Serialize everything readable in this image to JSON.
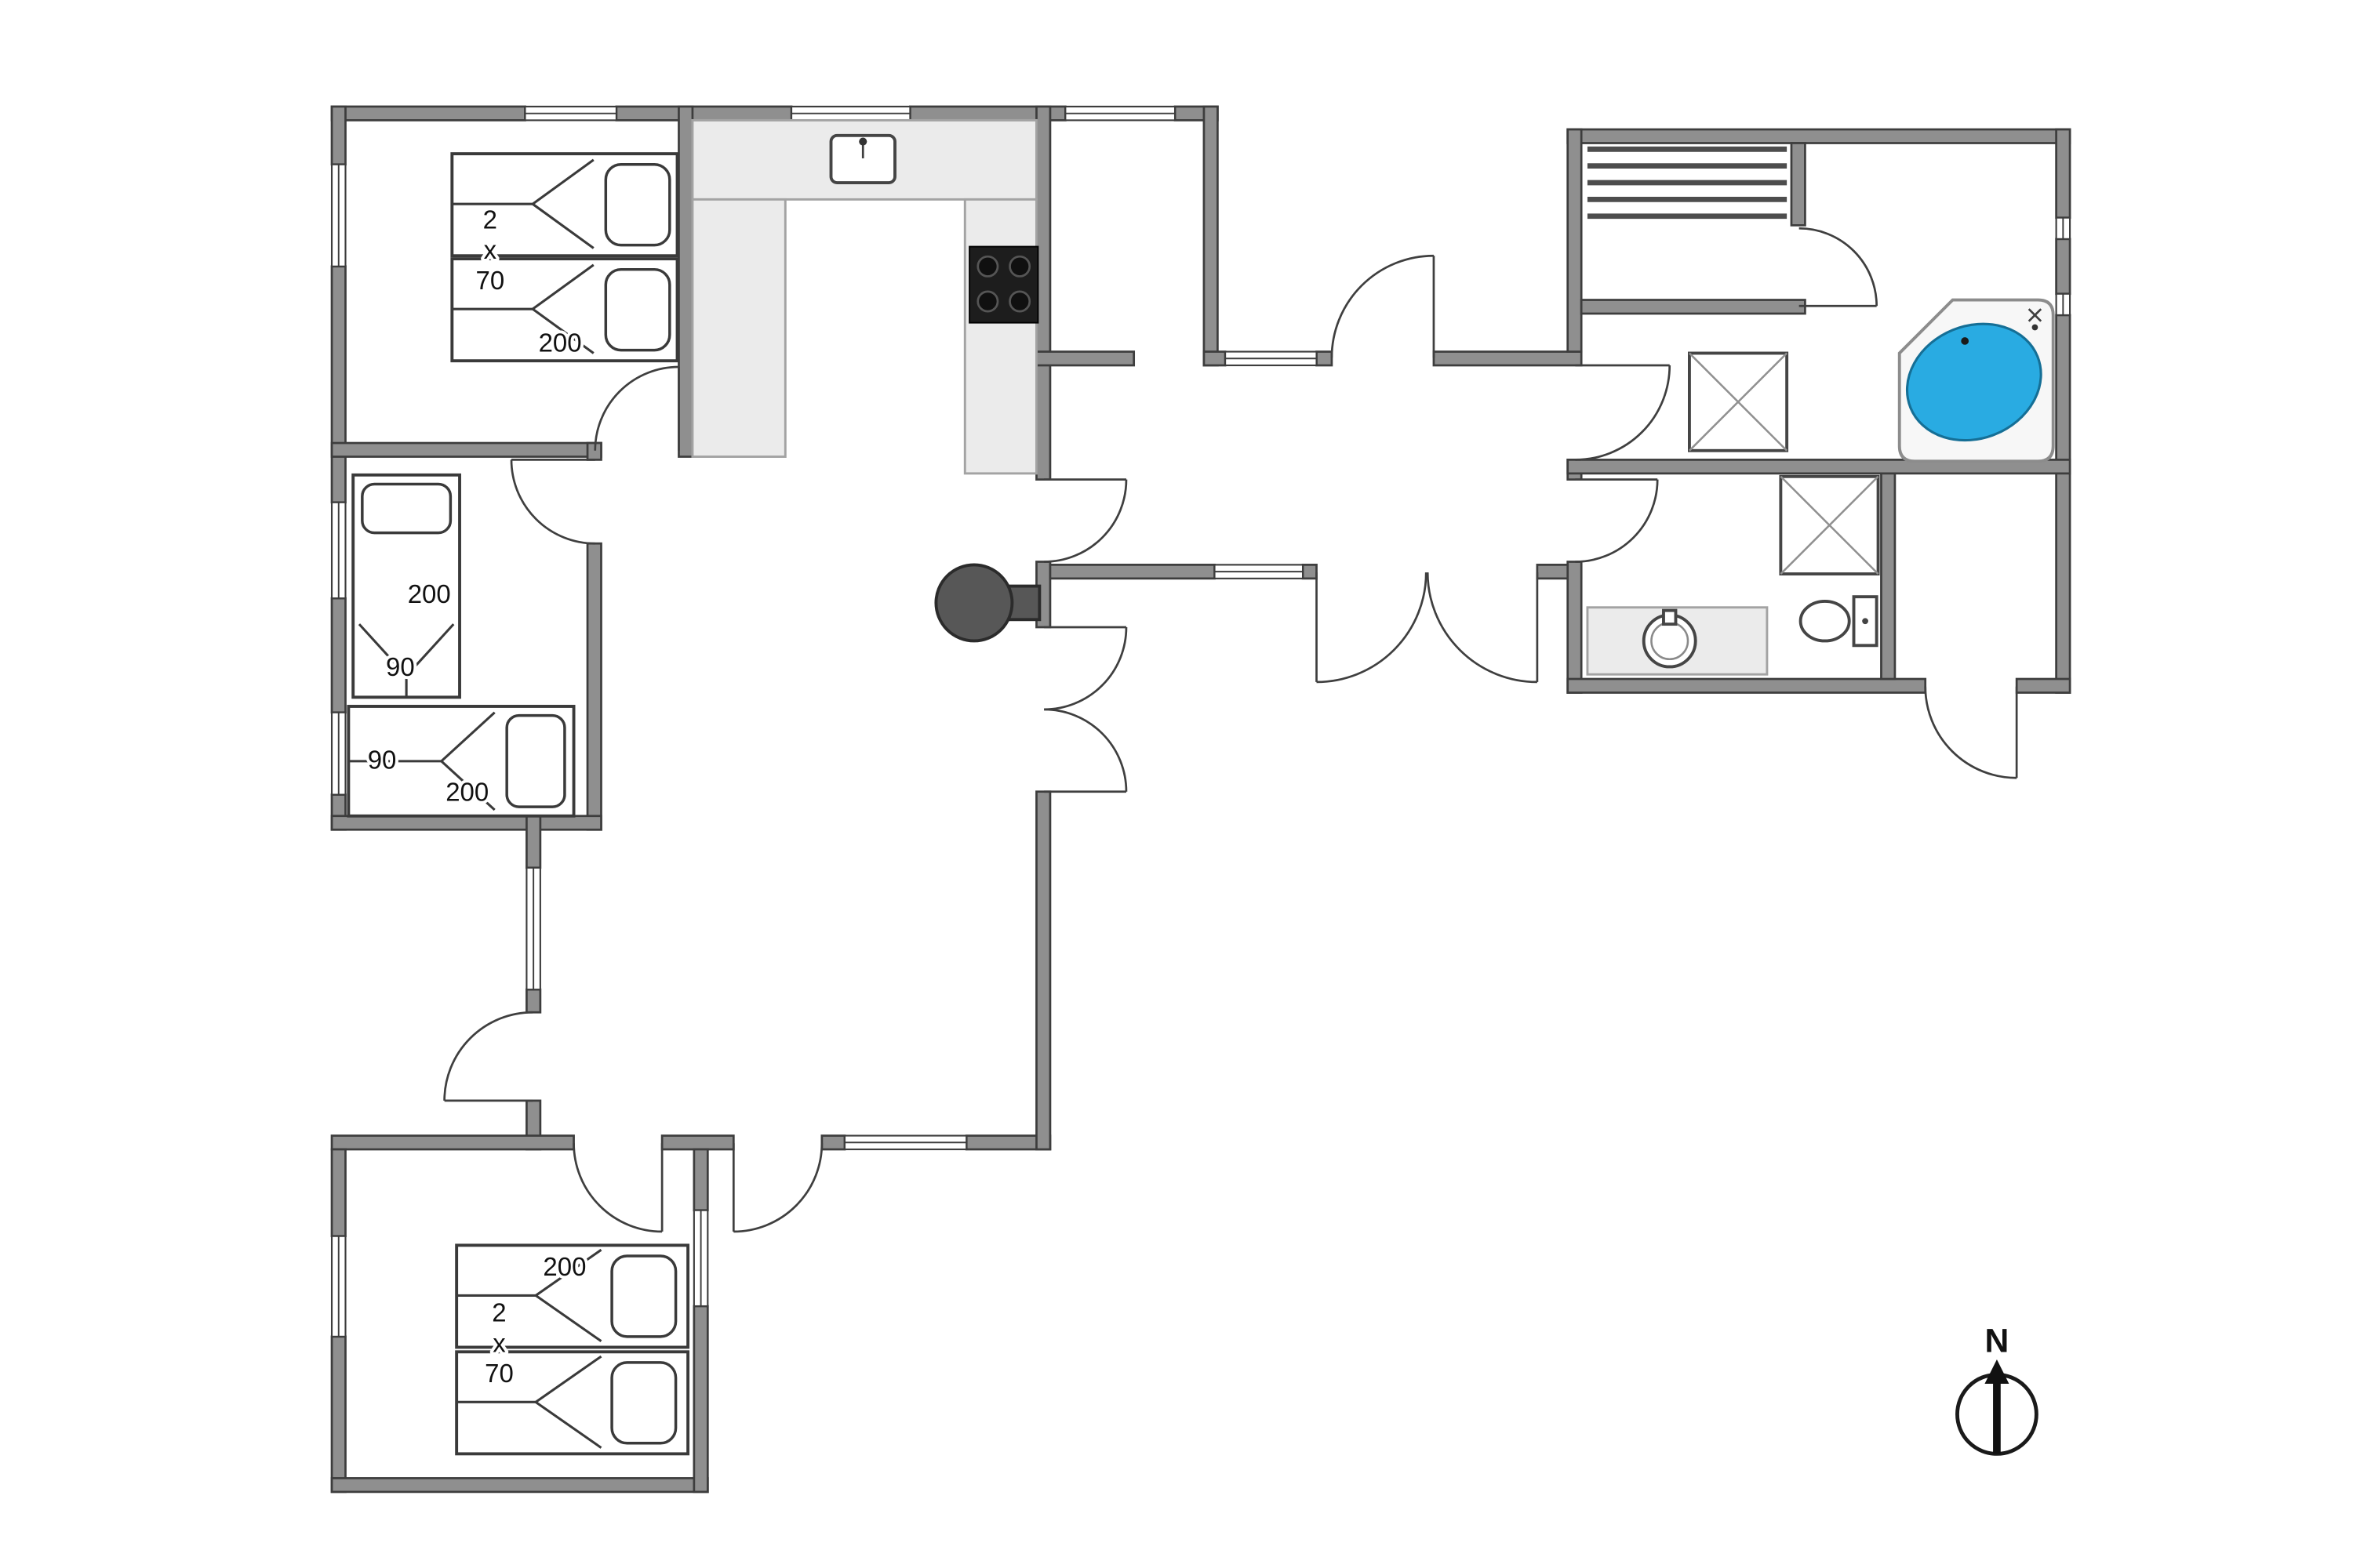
{
  "colors": {
    "wall": "#8f8f8f",
    "wall-stroke": "#3d3d3d",
    "counter": "#ebebeb",
    "spa": "#29abe2",
    "spa-stroke": "#156f96",
    "stove": "#575757",
    "hob": "#1d1d1d"
  },
  "labels": {
    "bedroom_nw": {
      "count": "2",
      "times": "x",
      "bed_width": "70",
      "bed_length": "200"
    },
    "bedroom_w": {
      "bed1_length": "200",
      "bed1_width": "90",
      "bed2_width": "90",
      "bed2_length": "200"
    },
    "bedroom_s": {
      "bed_length": "200",
      "count": "2",
      "times": "x",
      "bed_width": "70"
    },
    "compass": {
      "north": "N"
    }
  }
}
